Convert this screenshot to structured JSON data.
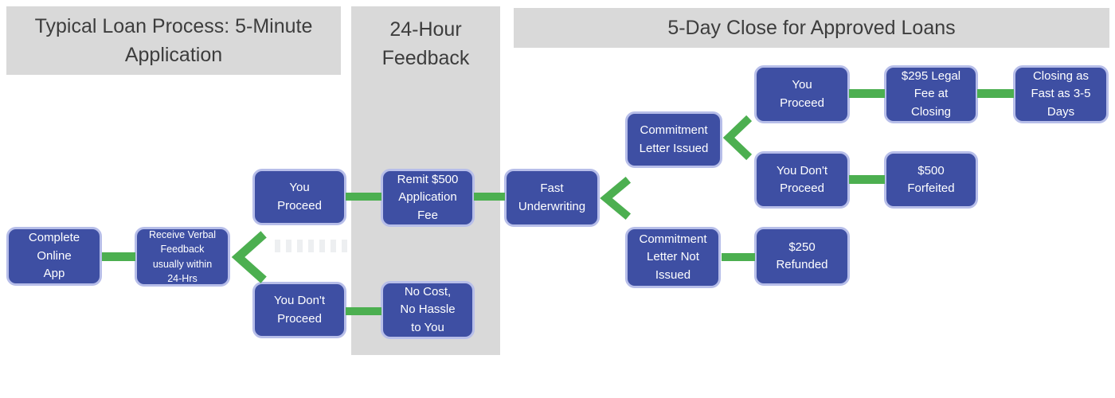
{
  "colors": {
    "node_fill": "#3e4fa3",
    "node_border": "#b7bee9",
    "node_text": "#ffffff",
    "connector_green": "#4caf50",
    "header_bg": "#d9d9d9",
    "header_text": "#3d3d3d",
    "background": "#ffffff"
  },
  "headers": {
    "left_title": "Typical Loan Process: 5-Minute\nApplication",
    "middle_title": "24-Hour\nFeedback",
    "right_title": "5-Day Close for Approved Loans"
  },
  "nodes": {
    "complete_online_app": "Complete\nOnline\nApp",
    "receive_verbal_feedback": "Receive Verbal\nFeedback\nusually within\n24-Hrs",
    "you_proceed_1": "You\nProceed",
    "you_dont_proceed_1": "You Don't\nProceed",
    "remit_application_fee": "Remit $500\nApplication\nFee",
    "no_cost_no_hassle": "No Cost,\nNo Hassle\nto You",
    "fast_underwriting": "Fast\nUnderwriting",
    "commitment_letter_issued": "Commitment\nLetter Issued",
    "you_proceed_2": "You\nProceed",
    "legal_fee_closing": "$295 Legal\nFee at\nClosing",
    "closing_fast": "Closing as\nFast as 3-5\nDays",
    "you_dont_proceed_2": "You Don't\nProceed",
    "forfeited_500": "$500\nForfeited",
    "commitment_letter_not_issued": "Commitment\nLetter Not\nIssued",
    "refunded_250": "$250\nRefunded"
  }
}
